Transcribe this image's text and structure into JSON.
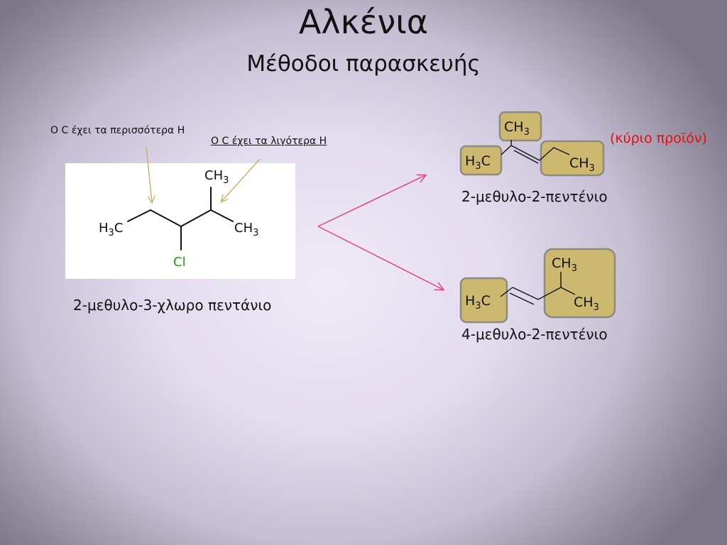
{
  "slide": {
    "title": "Αλκένια",
    "subtitle": "Μέθοδοι παρασκευής"
  },
  "annotations": {
    "most_h": "O C έχει τα περισσότερα H",
    "least_h": "O C έχει τα λιγότερα H"
  },
  "reactant": {
    "name": "2-μεθυλο-3-χλωρο πεντάνιο",
    "groups": {
      "ch3_top_c": "CH",
      "ch3_top_n": "3",
      "ch3_right_c": "CH",
      "ch3_right_n": "3",
      "h3c_h": "H",
      "h3c_n": "3",
      "h3c_c": "C",
      "cl": "Cl"
    }
  },
  "product1": {
    "name": "2-μεθυλο-2-πεντένιο",
    "label": "(κύριο προϊόν)",
    "groups": {
      "ch3_top_c": "CH",
      "ch3_top_n": "3",
      "h3c_h": "H",
      "h3c_n": "3",
      "h3c_c": "C",
      "ch3_right_c": "CH",
      "ch3_right_n": "3"
    }
  },
  "product2": {
    "name": "4-μεθυλο-2-πεντένιο",
    "groups": {
      "h3c_h": "H",
      "h3c_n": "3",
      "h3c_c": "C",
      "ch3_top_c": "CH",
      "ch3_top_n": "3",
      "ch3_right_c": "CH",
      "ch3_right_n": "3"
    }
  },
  "colors": {
    "box_fill": "#cdb870",
    "box_stroke": "#8e8a80",
    "arrow_pink": "#e0457a",
    "arrow_tan": "#c8b46a",
    "chlorine": "#1f9a1f",
    "major_label": "#e01010"
  }
}
